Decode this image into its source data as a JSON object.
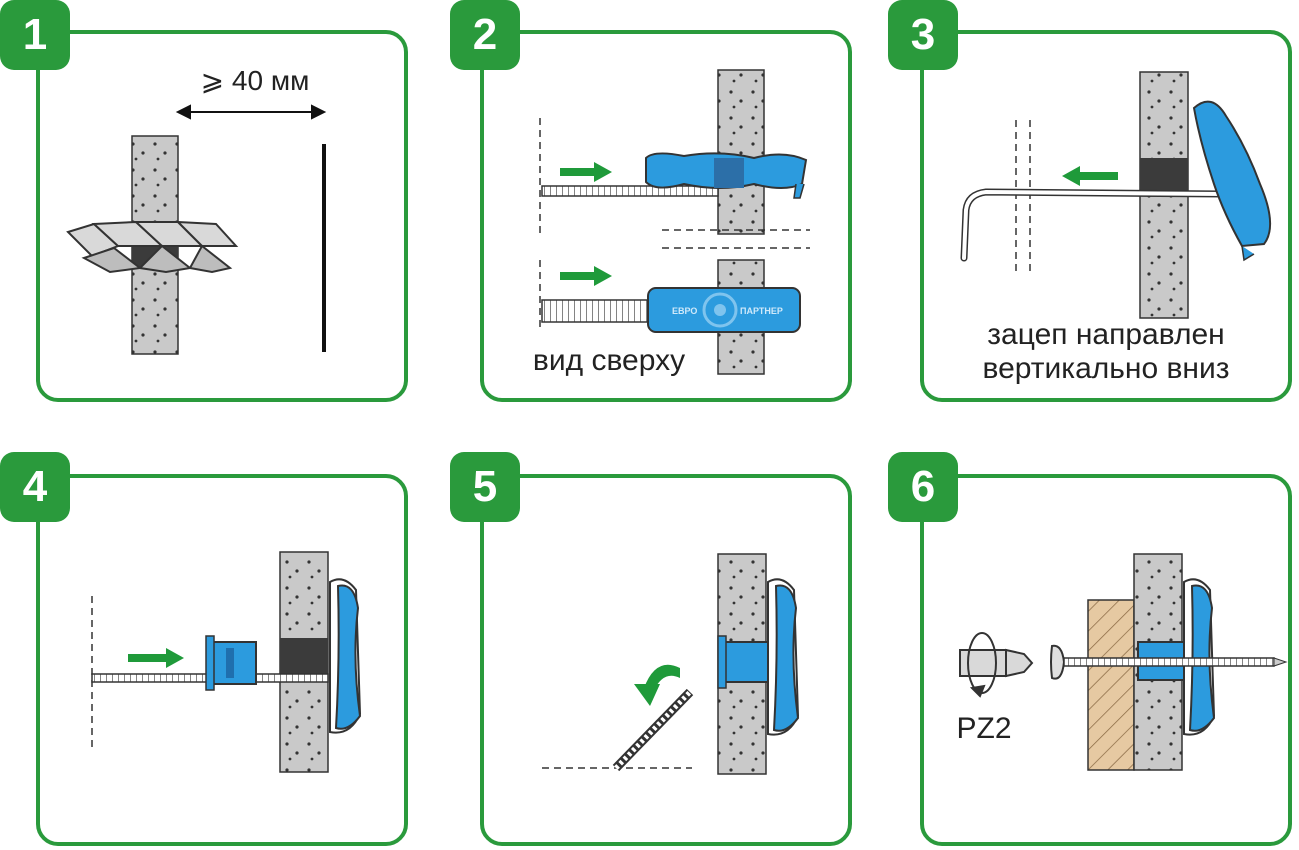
{
  "steps": [
    {
      "number": "1",
      "dimension": "⩾ 40 мм"
    },
    {
      "number": "2",
      "caption": "вид сверху",
      "brand_left": "ЕВРО",
      "brand_right": "ПАРТНЕР"
    },
    {
      "number": "3",
      "caption_line1": "зацеп направлен",
      "caption_line2": "вертикально вниз"
    },
    {
      "number": "4"
    },
    {
      "number": "5"
    },
    {
      "number": "6",
      "bit_label": "PZ2"
    }
  ],
  "colors": {
    "frame": "#2a9a3c",
    "arrow": "#1f9a3a",
    "plastic": "#2c9bde",
    "wall": "#c9c9c9",
    "hole": "#3b3b3b",
    "wood": "#e6c9a2"
  },
  "icons": [
    "drill-bit-icon",
    "anchor-icon",
    "rod-icon",
    "arrow-right-icon",
    "arrow-left-icon",
    "rotate-arrow-icon",
    "screw-icon",
    "screwdriver-bit-icon"
  ]
}
